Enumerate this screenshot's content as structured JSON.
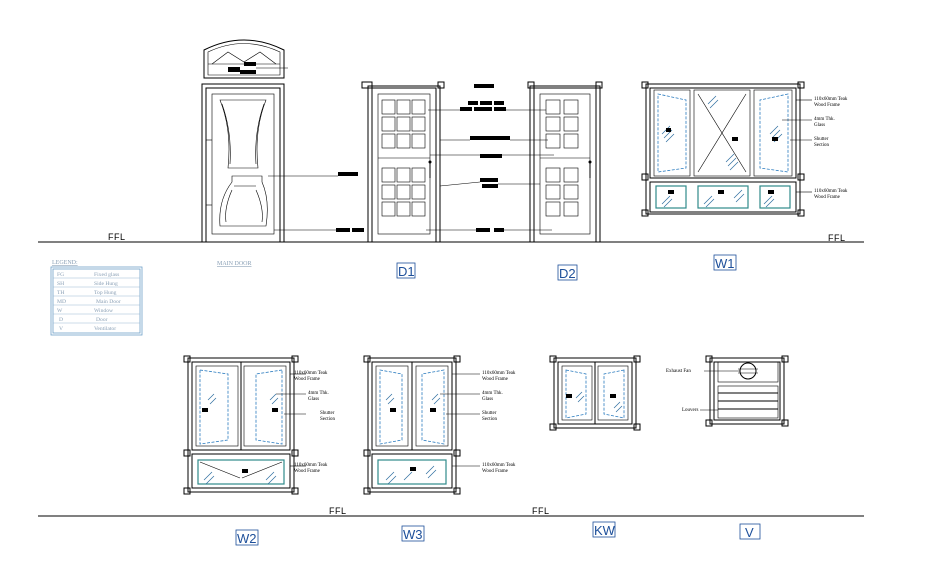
{
  "ground_labels": [
    "FFL",
    "FFL",
    "FFL",
    "FFL"
  ],
  "tags": {
    "d1": "D1",
    "d2": "D2",
    "w1": "W1",
    "w2": "W2",
    "w3": "W3",
    "kw": "KW",
    "v": "V"
  },
  "main_door_label": "MAIN DOOR",
  "legend": {
    "title": "LEGEND:",
    "rows": [
      {
        "code": "FG",
        "desc": "Fixed glass"
      },
      {
        "code": "SH",
        "desc": "Side Hung"
      },
      {
        "code": "TH",
        "desc": "Top Hung"
      },
      {
        "code": "MD",
        "desc": "Main Door"
      },
      {
        "code": "W",
        "desc": "Window"
      },
      {
        "code": "D",
        "desc": "Door"
      },
      {
        "code": "V",
        "desc": "Ventilator"
      }
    ]
  },
  "notes": {
    "w1_frame_top": [
      "110x60mm Teak",
      "Wood Frame"
    ],
    "w1_glass": [
      "4mm Thk.",
      "Glass"
    ],
    "w1_shutter": [
      "Shutter",
      "Section"
    ],
    "w1_frame_bottom": [
      "110x60mm Teak",
      "Wood Frame"
    ],
    "w2_frame_top": [
      "110x60mm Teak",
      "Wood Frame"
    ],
    "w2_glass": [
      "4mm Thk.",
      "Glass"
    ],
    "w2_shutter": [
      "Shutter",
      "Section"
    ],
    "w2_frame_bottom": [
      "110x60mm Teak",
      "Wood Frame"
    ],
    "w3_frame_top": [
      "110x60mm Teak",
      "Wood Frame"
    ],
    "w3_glass": [
      "4mm Thk.",
      "Glass"
    ],
    "w3_shutter": [
      "Shutter",
      "Section"
    ],
    "w3_frame_bottom": [
      "110x60mm Teak",
      "Wood Frame"
    ],
    "v_fan": "Exhaust Fan",
    "v_louvers": "Louvers"
  }
}
